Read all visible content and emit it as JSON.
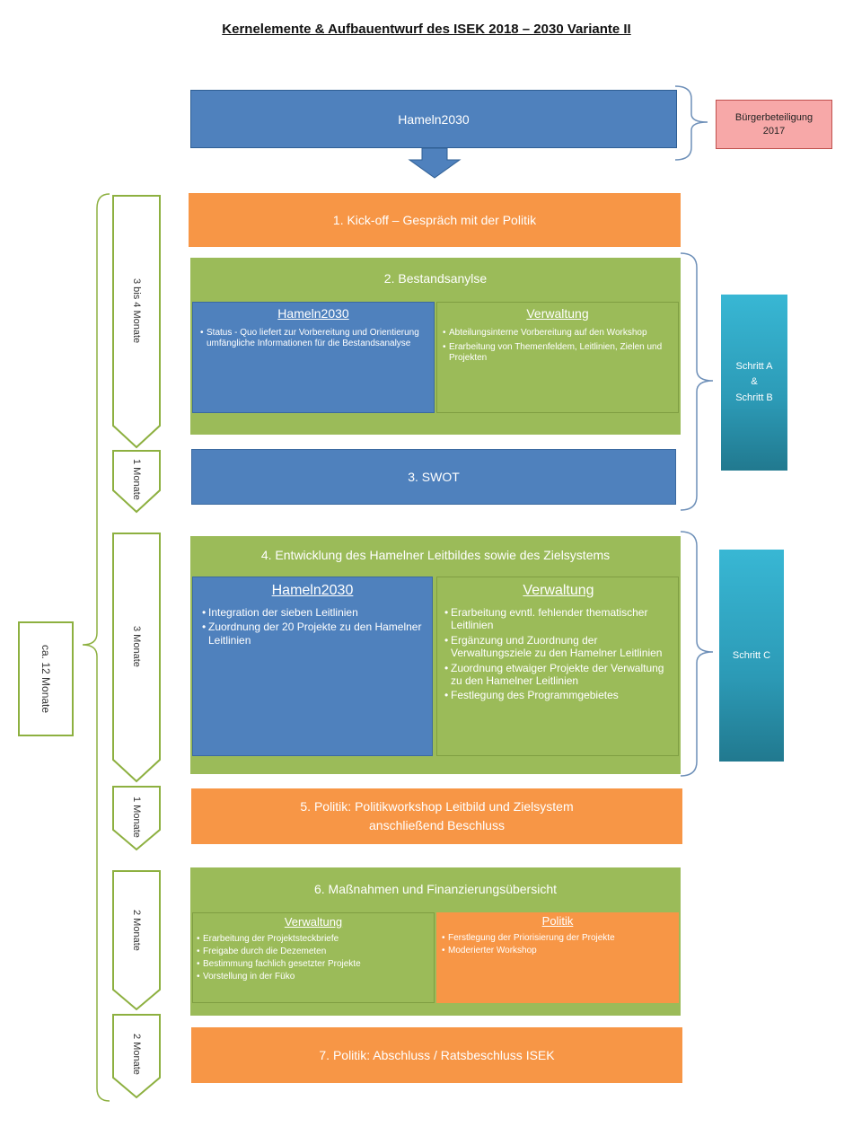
{
  "title": "Kernelemente & Aufbauentwurf des ISEK 2018 – 2030 Variante II",
  "hameln_top": "Hameln2030",
  "buergerbeteiligung": [
    "Bürgerbeteiligung",
    "2017"
  ],
  "step1": "1.  Kick-off – Gespräch mit der Politik",
  "step2": {
    "title": "2. Bestandsanylse",
    "left": {
      "header": "Hameln2030",
      "items": [
        "Status - Quo liefert zur Vorbereitung und Orientierung umfängliche Informationen für die Bestandsanalyse"
      ]
    },
    "right": {
      "header": "Verwaltung",
      "items": [
        "Abteilungsinterne Vorbereitung auf den Workshop",
        "Erarbeitung von Themenfeldem, Leitlinien, Zielen und Projekten"
      ]
    }
  },
  "step3": "3.  SWOT",
  "step4": {
    "title": "4. Entwicklung des Hamelner Leitbildes sowie des Zielsystems",
    "left": {
      "header": "Hameln2030",
      "items": [
        "Integration der sieben Leitlinien",
        "Zuordnung der 20 Projekte zu den Hamelner Leitlinien"
      ]
    },
    "right": {
      "header": "Verwaltung",
      "items": [
        "Erarbeitung evntl. fehlender thematischer Leitlinien",
        "Ergänzung und Zuordnung der Verwaltungsziele zu den Hamelner Leitlinien",
        "Zuordnung etwaiger Projekte der Verwaltung zu den Hamelner Leitlinien",
        "Festlegung des Programmgebietes"
      ]
    }
  },
  "step5": [
    "5.  Politik: Politikworkshop Leitbild und Zielsystem",
    "anschließend Beschluss"
  ],
  "step6": {
    "title": "6. Maßnahmen und Finanzierungsübersicht",
    "left": {
      "header": "Verwaltung",
      "items": [
        "Erarbeitung der Projektsteckbriefe",
        "Freigabe durch die Dezemeten",
        "Bestimmung fachlich gesetzter Projekte",
        "Vorstellung in der Füko"
      ]
    },
    "right": {
      "header": "Politik",
      "items": [
        "Ferstlegung der Priorisierung der Projekte",
        "Moderierter Workshop"
      ]
    }
  },
  "step7": "7.  Politik: Abschluss / Ratsbeschluss ISEK",
  "schritt_ab": [
    "Schritt A",
    "&",
    "Schritt B"
  ],
  "schritt_c": "Schritt C",
  "durations": [
    "3 bis 4 Monate",
    "1 Monate",
    "3 Monate",
    "1 Monate",
    "2 Monate",
    "2 Monate"
  ],
  "total": "ca. 12 Monate",
  "colors": {
    "blue": "#4f81bd",
    "orange": "#f79646",
    "green": "#9bbb59",
    "pink": "#f7a8a8",
    "teal": "#2c9ab6",
    "outline_green": "#8db040",
    "bracket": "#6d8fb8"
  }
}
